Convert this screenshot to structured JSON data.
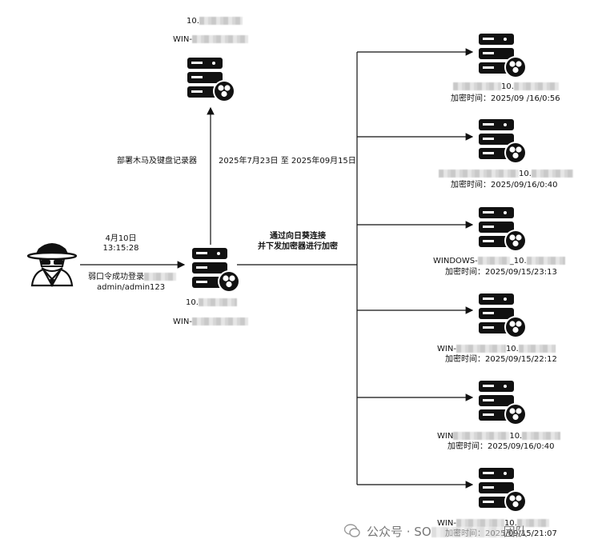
{
  "top_server": {
    "ip": "10.",
    "host": "WIN-"
  },
  "center_server": {
    "ip": "10.",
    "host": "WIN-"
  },
  "labels": {
    "trojan": "部署木马及键盘记录器",
    "date_range": "2025年7月23日 至 2025年09月15日",
    "attack_date": "4月10日",
    "attack_time": "13:15:28",
    "weak_pass": "弱口令成功登录",
    "creds": "admin/admin123",
    "sunlogin_1": "通过向日葵连接",
    "sunlogin_2": "并下发加密器进行加密"
  },
  "targets": [
    {
      "host": "10.",
      "enc": "加密时间：2025/09 /16/0:56"
    },
    {
      "host": "10.",
      "enc": "加密时间：2025/09/16/0:40"
    },
    {
      "host": "WINDOWS-",
      "host2": "_10.",
      "enc": "加密时间：2025/09/15/23:13"
    },
    {
      "host": "WIN-",
      "host2": "10.",
      "enc": "加密时间：2025/09/15/22:12"
    },
    {
      "host": "WIN",
      "host2": "10.",
      "enc": "加密时间：2025/09/16/0:40"
    },
    {
      "host": "WIN-",
      "host2": "10.",
      "enc": "加密时间：2025/09/15/21:07"
    }
  ],
  "watermark": "公众号 · SO",
  "watermark_tail": "团队"
}
